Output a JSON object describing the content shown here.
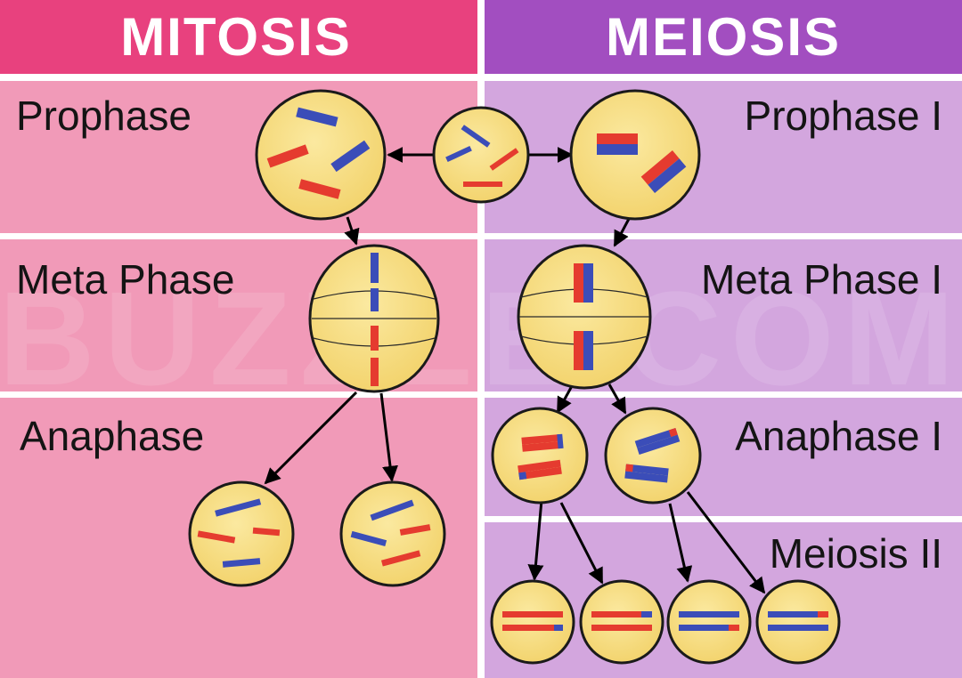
{
  "headers": {
    "left": "MITOSIS",
    "right": "MEIOSIS"
  },
  "labels": {
    "mitosis": [
      "Prophase",
      "Meta Phase",
      "Anaphase"
    ],
    "meiosis": [
      "Prophase I",
      "Meta Phase I",
      "Anaphase I",
      "Meiosis II"
    ]
  },
  "watermark": "BUZZLE.COM",
  "colors": {
    "mitosis_header": "#e8417e",
    "mitosis_panel": "#f19ab8",
    "meiosis_header": "#a24ec0",
    "meiosis_panel": "#d3a6de",
    "cell_fill": "#f7de82",
    "chromosome_red": "#e53b2f",
    "chromosome_blue": "#3b4db8",
    "arrow": "#000000"
  }
}
